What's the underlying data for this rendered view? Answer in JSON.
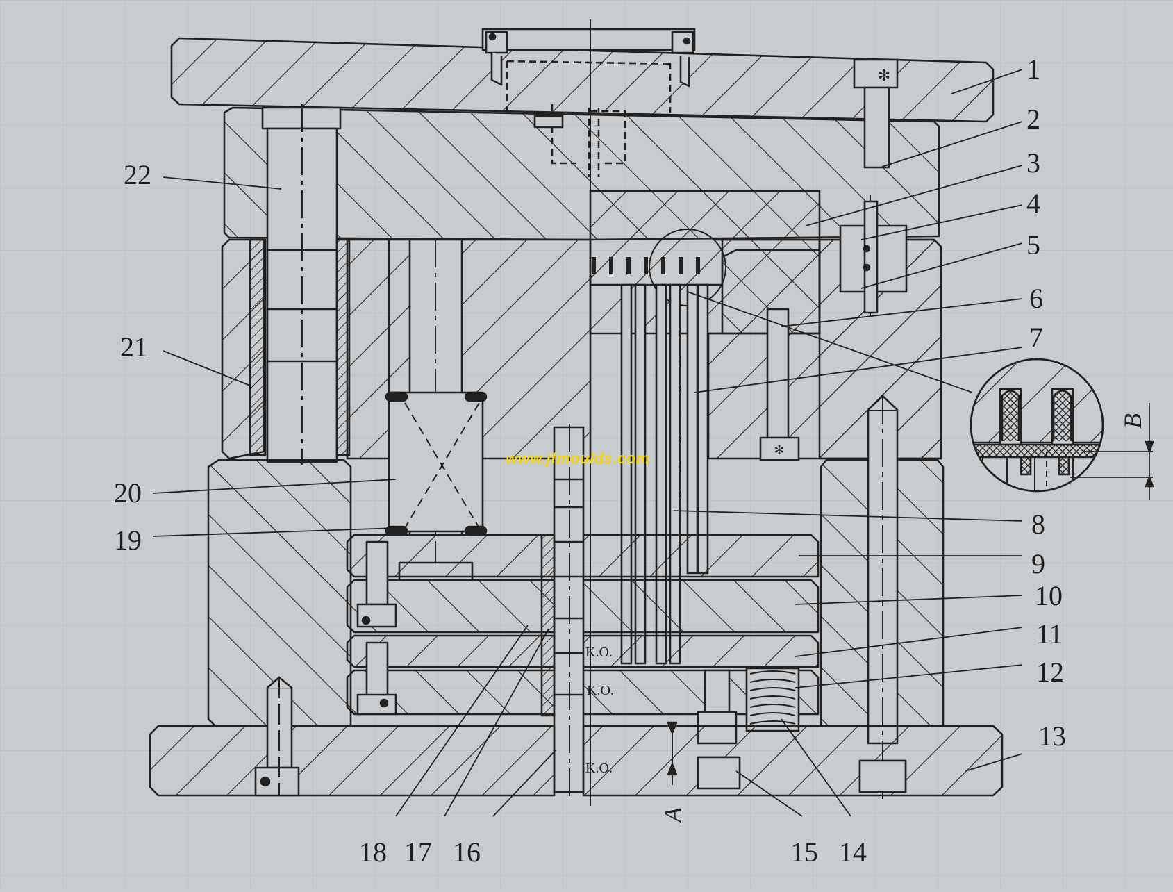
{
  "drawing": {
    "type": "injection mould assembly cross-section",
    "background_color": "#c9cccf",
    "line_color": "#222222"
  },
  "watermark": {
    "text": "www.jfmoulds.com",
    "color": "#f2d410"
  },
  "part_labels": {
    "right": [
      {
        "id": "1",
        "text": "1"
      },
      {
        "id": "2",
        "text": "2"
      },
      {
        "id": "3",
        "text": "3"
      },
      {
        "id": "4",
        "text": "4"
      },
      {
        "id": "5",
        "text": "5"
      },
      {
        "id": "6",
        "text": "6"
      },
      {
        "id": "7",
        "text": "7"
      },
      {
        "id": "8",
        "text": "8"
      },
      {
        "id": "9",
        "text": "9"
      },
      {
        "id": "10",
        "text": "10"
      },
      {
        "id": "11",
        "text": "11"
      },
      {
        "id": "12",
        "text": "12"
      },
      {
        "id": "13",
        "text": "13"
      }
    ],
    "bottom": [
      {
        "id": "18",
        "text": "18"
      },
      {
        "id": "17",
        "text": "17"
      },
      {
        "id": "16",
        "text": "16"
      },
      {
        "id": "15",
        "text": "15"
      },
      {
        "id": "14",
        "text": "14"
      }
    ],
    "left": [
      {
        "id": "22",
        "text": "22"
      },
      {
        "id": "21",
        "text": "21"
      },
      {
        "id": "20",
        "text": "20"
      },
      {
        "id": "19",
        "text": "19"
      }
    ]
  },
  "dimensions": {
    "A": "A",
    "B": "B"
  },
  "annotations": {
    "ko": [
      "K.O.",
      "K.O.",
      "K.O."
    ]
  },
  "detail_view": {
    "description": "enlarged section of moulded part ribs with dimension B"
  }
}
